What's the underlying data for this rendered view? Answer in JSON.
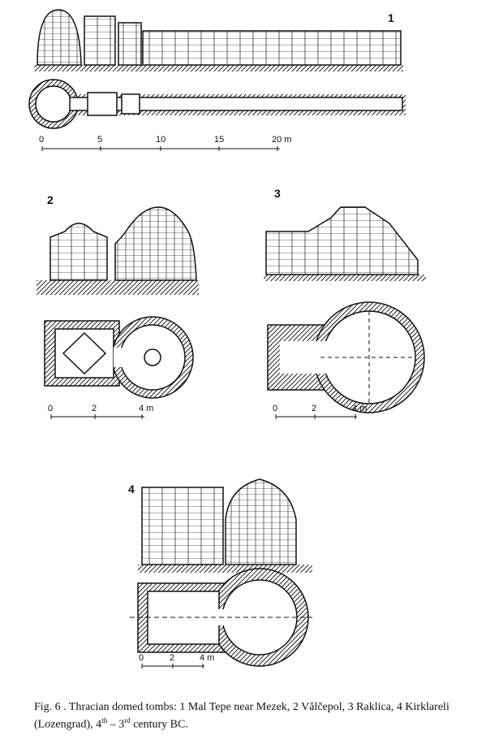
{
  "figures": [
    {
      "number": "1",
      "scale": [
        "0",
        "5",
        "10",
        "15",
        "20 m"
      ]
    },
    {
      "number": "2",
      "scale": [
        "0",
        "2",
        "4 m"
      ]
    },
    {
      "number": "3",
      "scale": [
        "0",
        "2",
        "4 m"
      ]
    },
    {
      "number": "4",
      "scale": [
        "0",
        "2",
        "4 m"
      ]
    }
  ],
  "caption": {
    "prefix": "Fig.  6 . Thracian domed tombs: 1 Mal Tepe near Mezek, 2 Vălčepol, 3 Raklica, 4 Kirklareli (Lozengrad), 4",
    "sup1": "th",
    "mid": " – 3",
    "sup2": "rd",
    "suffix": " century BC."
  }
}
